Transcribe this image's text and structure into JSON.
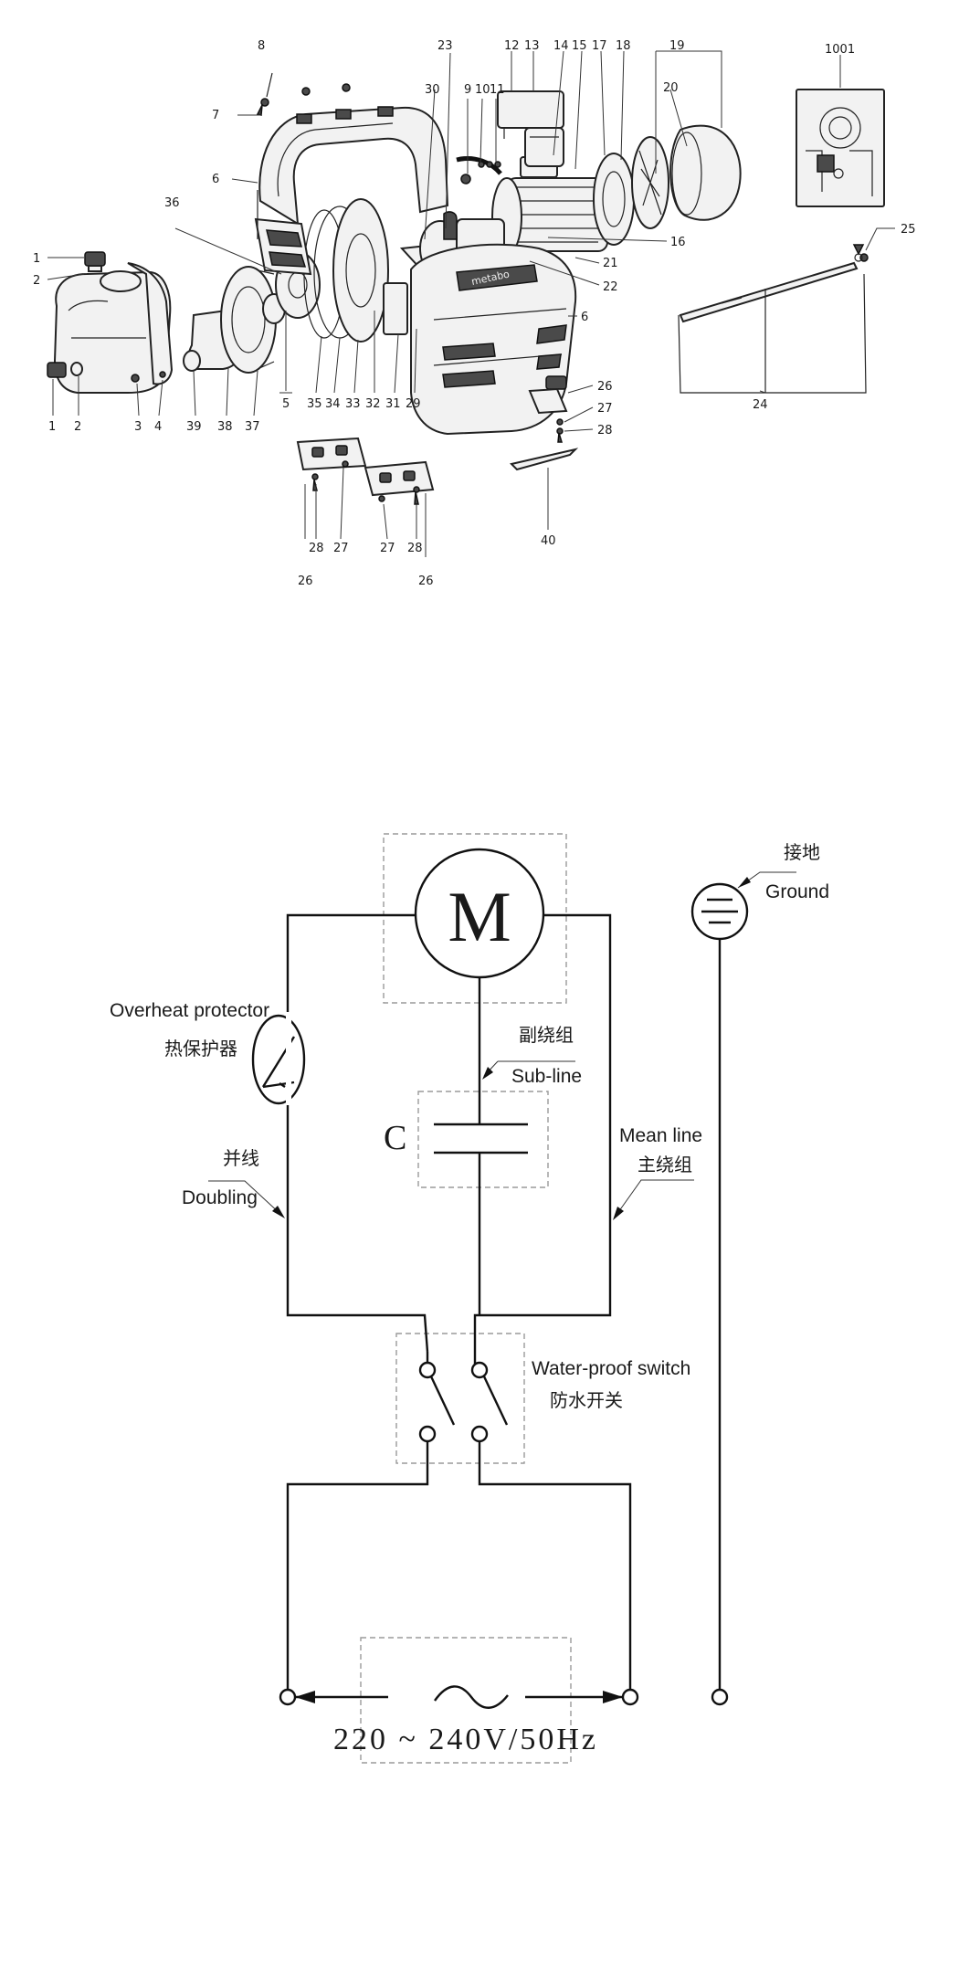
{
  "exploded_view": {
    "part_labels": {
      "p1a": "1",
      "p2a": "2",
      "p1b": "1",
      "p2b": "2",
      "p3": "3",
      "p4": "4",
      "p39": "39",
      "p38": "38",
      "p37": "37",
      "p5": "5",
      "p35": "35",
      "p34": "34",
      "p33": "33",
      "p32": "32",
      "p31": "31",
      "p29": "29",
      "p36": "36",
      "p6a": "6",
      "p7": "7",
      "p8": "8",
      "p30": "30",
      "p23": "23",
      "p9": "9",
      "p10": "10",
      "p11": "11",
      "p12": "12",
      "p13": "13",
      "p14": "14",
      "p15": "15",
      "p17": "17",
      "p18": "18",
      "p19": "19",
      "p20": "20",
      "p16": "16",
      "p21": "21",
      "p22": "22",
      "p6b": "6",
      "p26a": "26",
      "p27a": "27",
      "p28a": "28",
      "p40": "40",
      "p1001": "1001",
      "p25": "25",
      "p24": "24",
      "p28b": "28",
      "p27b": "27",
      "p26b": "26",
      "p27c": "27",
      "p28c": "28",
      "p26c": "26"
    },
    "brand_text": "metabo"
  },
  "wiring": {
    "motor_label": "M",
    "capacitor_label": "C",
    "overheat_en": "Overheat protector",
    "overheat_zh": "热保护器",
    "sub_zh": "副绕组",
    "sub_en": "Sub-line",
    "doubling_zh": "并线",
    "doubling_en": "Doubling",
    "main_en": "Mean line",
    "main_zh": "主绕组",
    "ground_zh": "接地",
    "ground_en": "Ground",
    "switch_en": "Water-proof switch",
    "switch_zh": "防水开关",
    "supply_symbol": "~",
    "supply_label": "220 ~ 240V/50Hz"
  }
}
